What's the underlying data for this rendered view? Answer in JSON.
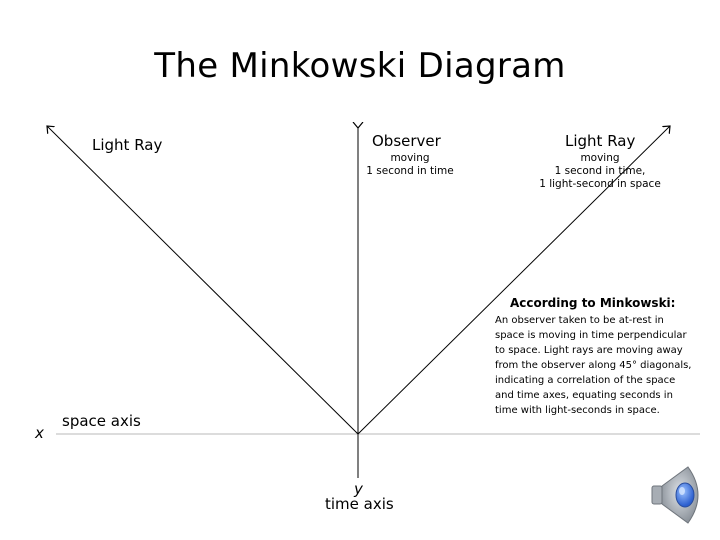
{
  "title": "The Minkowski Diagram",
  "labels": {
    "left_ray": "Light Ray",
    "observer": "Observer",
    "observer_sub_1": "moving",
    "observer_sub_2": "1 second in time",
    "right_ray": "Light Ray",
    "right_ray_sub_1": "moving",
    "right_ray_sub_2": "1 second in time,",
    "right_ray_sub_3": "1 light-second in space",
    "x_var": "x",
    "space_axis": "space axis",
    "y_var": "y",
    "time_axis": "time axis"
  },
  "note": {
    "heading": "According to Minkowski:",
    "body": "An observer taken to be at-rest in\nspace is moving in time perpendicular\nto space. Light rays are moving away\nfrom the observer along 45° diagonals,\nindicating a correlation of the space\nand time axes, equating seconds in\ntime with light-seconds in space."
  },
  "icons": {
    "audio": "speaker-icon"
  },
  "colors": {
    "line": "#000000",
    "axis_line": "#c8c8c8",
    "speaker_body": "#9aa0a6",
    "speaker_cone": "#3a6ed8"
  }
}
